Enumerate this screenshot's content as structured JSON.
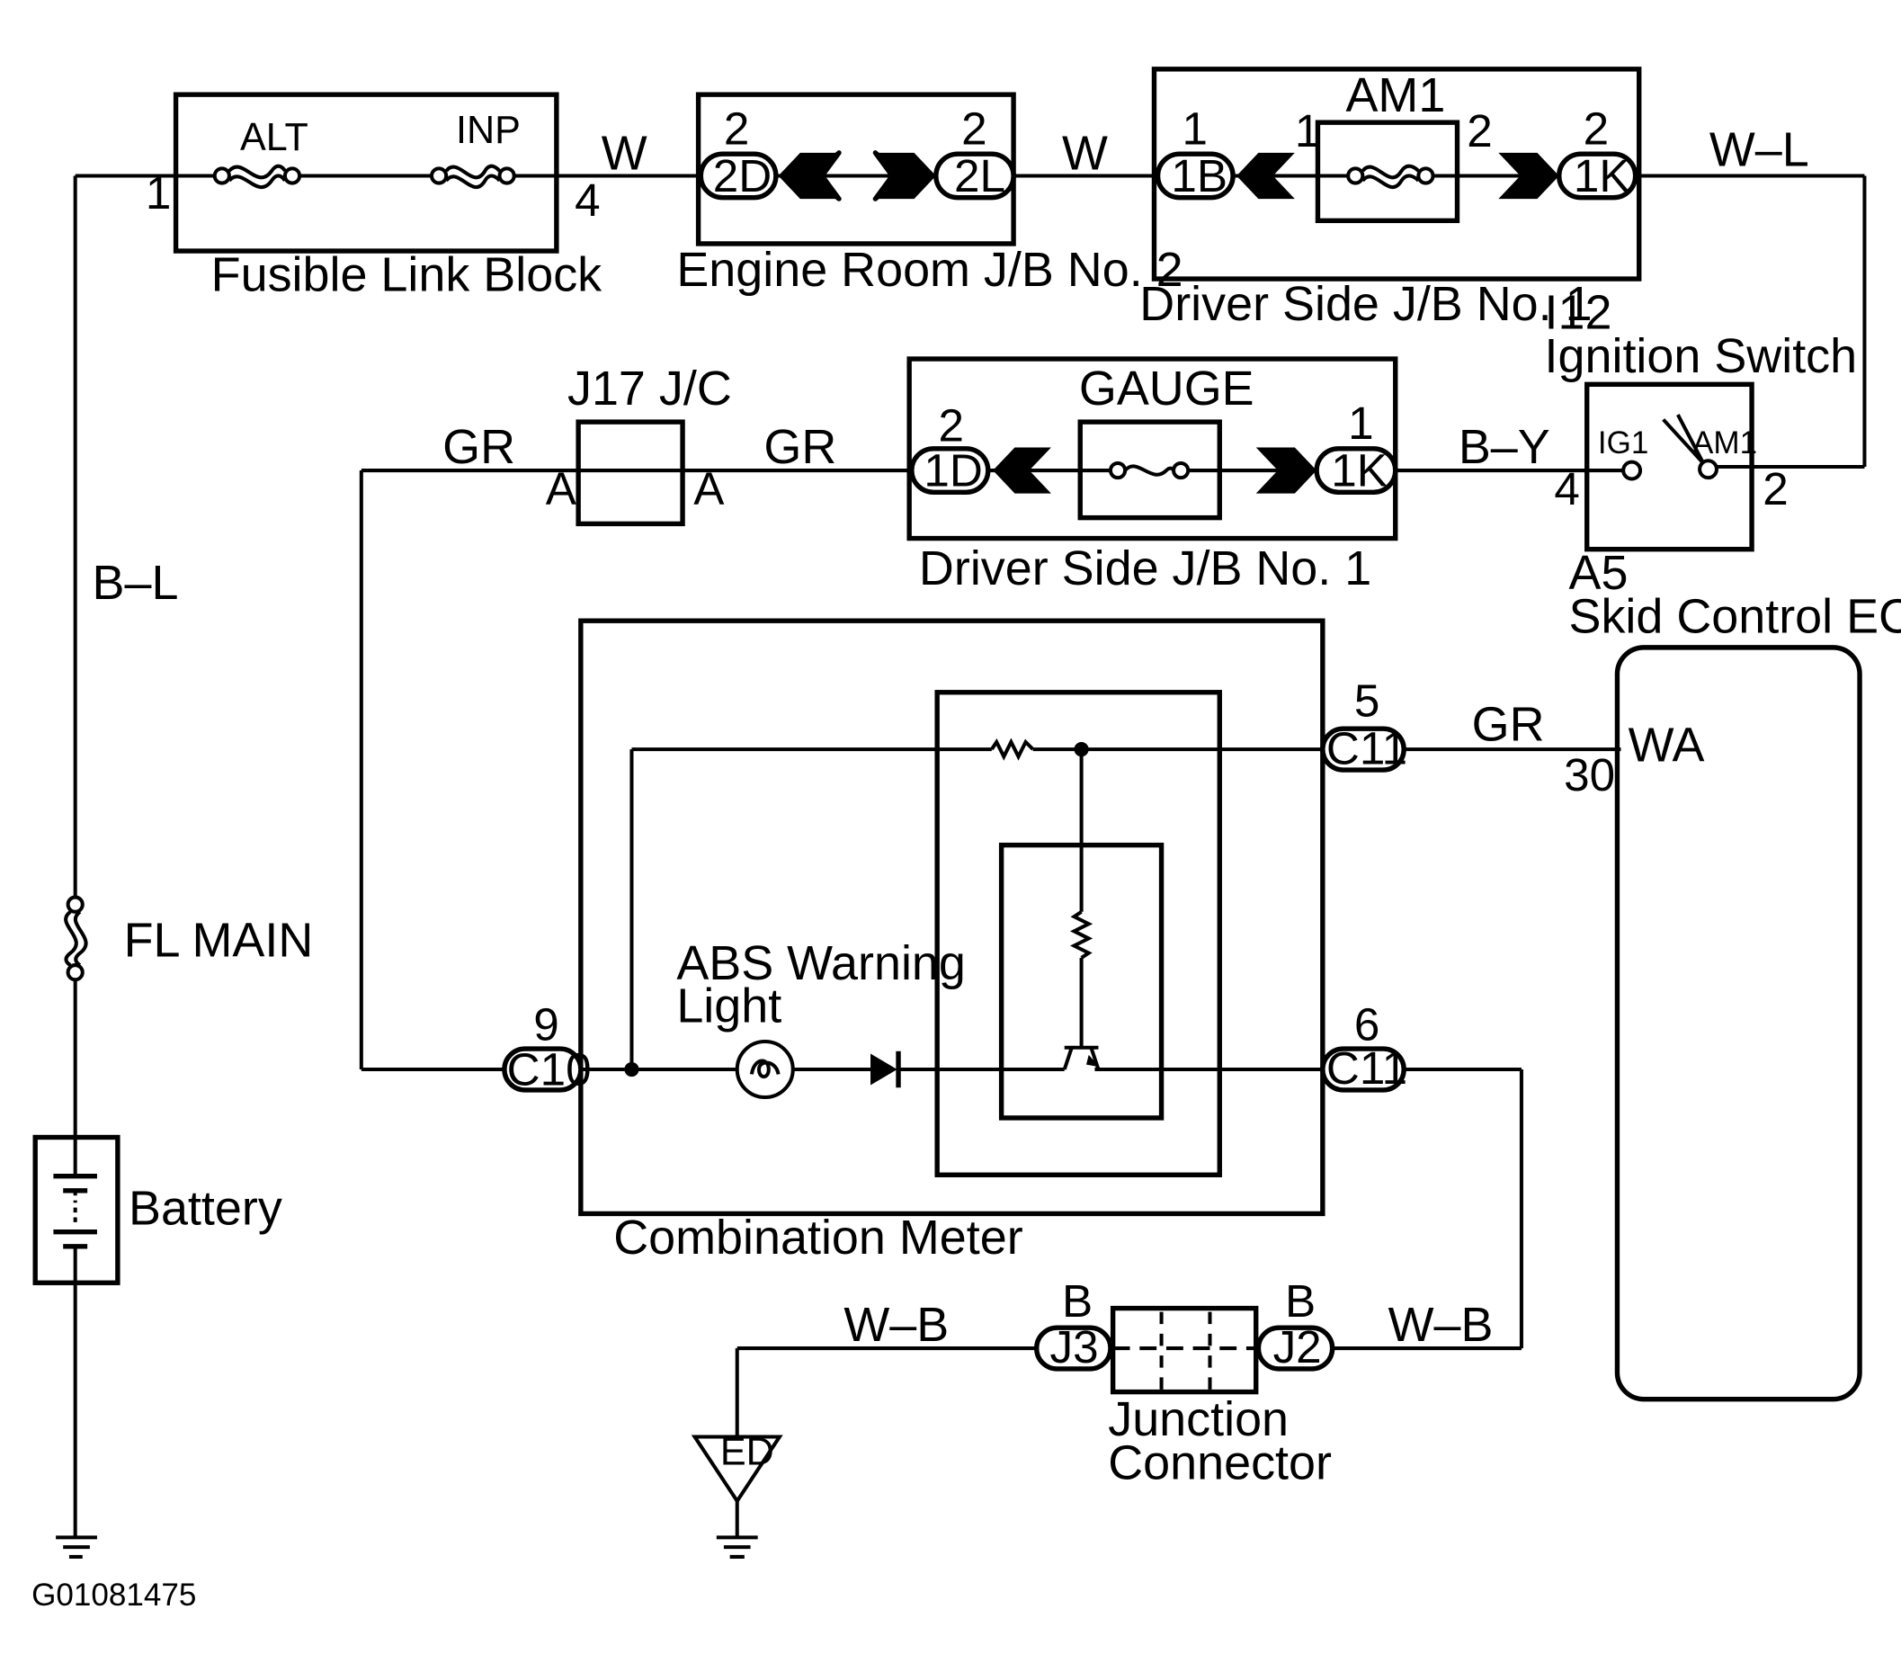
{
  "components": {
    "fusible_link_block": "Fusible Link Block",
    "engine_room_jb2": "Engine Room J/B No. 2",
    "driver_side_jb1_top": "Driver Side J/B No. 1",
    "driver_side_jb1_mid": "Driver Side J/B No. 1",
    "j17": "J17 J/C",
    "ignition_id": "I12",
    "ignition_name": "Ignition Switch",
    "ecu_id": "A5",
    "ecu_name": "Skid Control ECU",
    "combination_meter": "Combination Meter",
    "abs_line1": "ABS Warning",
    "abs_line2": "Light",
    "junction_line1": "Junction",
    "junction_line2": "Connector",
    "fl_main": "FL MAIN",
    "battery": "Battery",
    "ground_ed": "ED",
    "figure_code": "G01081475"
  },
  "fuses": {
    "alt": "ALT",
    "inp": "INP",
    "am1": "AM1",
    "gauge": "GAUGE"
  },
  "switch": {
    "ig1": "IG1",
    "am1": "AM1"
  },
  "ecu_terminal": "WA",
  "connectors": {
    "c2D": "2D",
    "c2L": "2L",
    "c1B": "1B",
    "c1K_top": "1K",
    "c1D": "1D",
    "c1K_mid": "1K",
    "c10": "C10",
    "c11_5": "C11",
    "c11_6": "C11",
    "j3": "J3",
    "j2": "J2"
  },
  "pins": {
    "flb_in": "1",
    "flb_out": "4",
    "er_2D": "2",
    "er_2L": "2",
    "ds_1B": "1",
    "am1_in": "1",
    "am1_out": "2",
    "ds_1K": "2",
    "ds_1D": "2",
    "ds_1K_mid": "1",
    "j17_a_left": "A",
    "j17_a_right": "A",
    "ign_4": "4",
    "ign_2": "2",
    "c10_9": "9",
    "c11_5": "5",
    "c11_6": "6",
    "ecu_30": "30",
    "j3_b": "B",
    "j2_b": "B"
  },
  "wires": {
    "w1": "W",
    "w2": "W",
    "wl": "W–L",
    "gr1": "GR",
    "gr2": "GR",
    "by": "B–Y",
    "gr3": "GR",
    "bl": "B–L",
    "wb1": "W–B",
    "wb2": "W–B"
  }
}
